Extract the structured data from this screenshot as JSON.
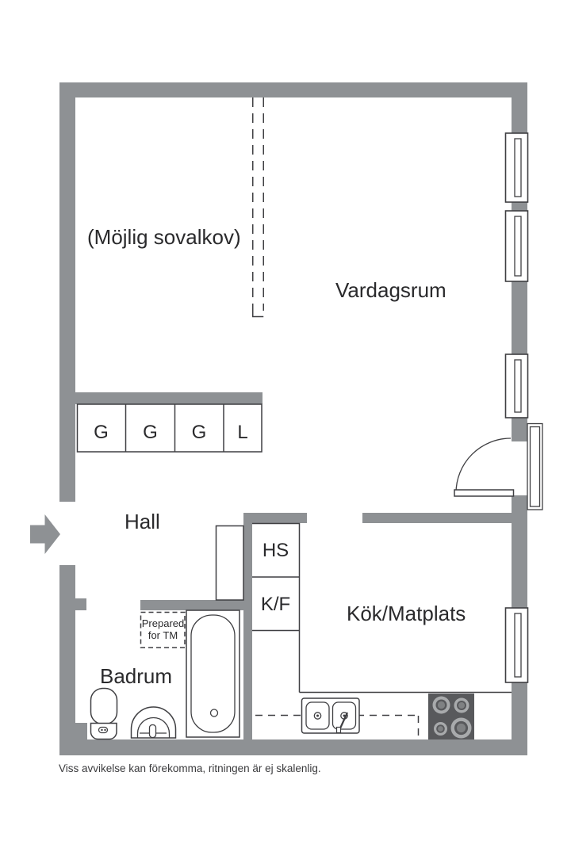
{
  "colors": {
    "wall": "#8e9194",
    "line": "#3f3f42",
    "text": "#2a2a2c",
    "muted_text": "#3a3a3c",
    "stove_body": "#58595c",
    "stove_ring": "#a8aaac",
    "stove_center": "#7f8183"
  },
  "rooms": {
    "alcove": "(Möjlig sovalkov)",
    "living": "Vardagsrum",
    "hall": "Hall",
    "kitchen": "Kök/Matplats",
    "bathroom": "Badrum"
  },
  "closets": {
    "cells": [
      "G",
      "G",
      "G",
      "L"
    ]
  },
  "cabinets": {
    "hs": "HS",
    "kf": "K/F"
  },
  "laundry_note": {
    "line1": "Prepared",
    "line2": "for TM"
  },
  "disclaimer": "Viss avvikelse kan förekomma, ritningen är ej skalenlig."
}
